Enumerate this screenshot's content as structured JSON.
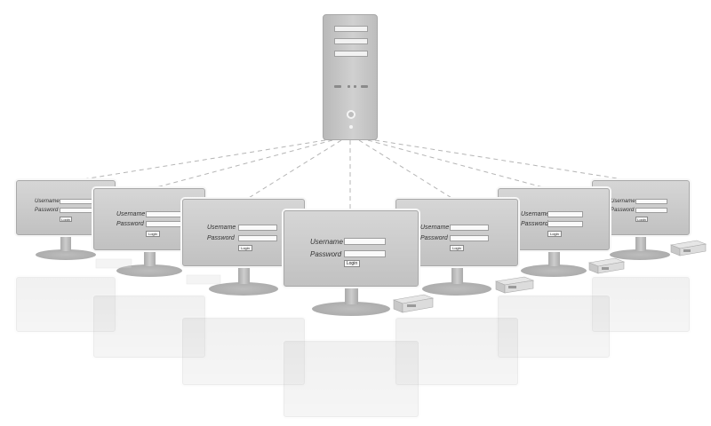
{
  "login_form": {
    "username_label": "Username",
    "password_label": "Password",
    "login_button": "Login"
  },
  "colors": {
    "screen": "#c8c8c8",
    "server": "#c4c4c4",
    "connector": "#b5b5b5"
  },
  "icons": {
    "server": "tower-server-icon",
    "client": "desktop-monitor-icon",
    "device": "network-appliance-icon"
  }
}
